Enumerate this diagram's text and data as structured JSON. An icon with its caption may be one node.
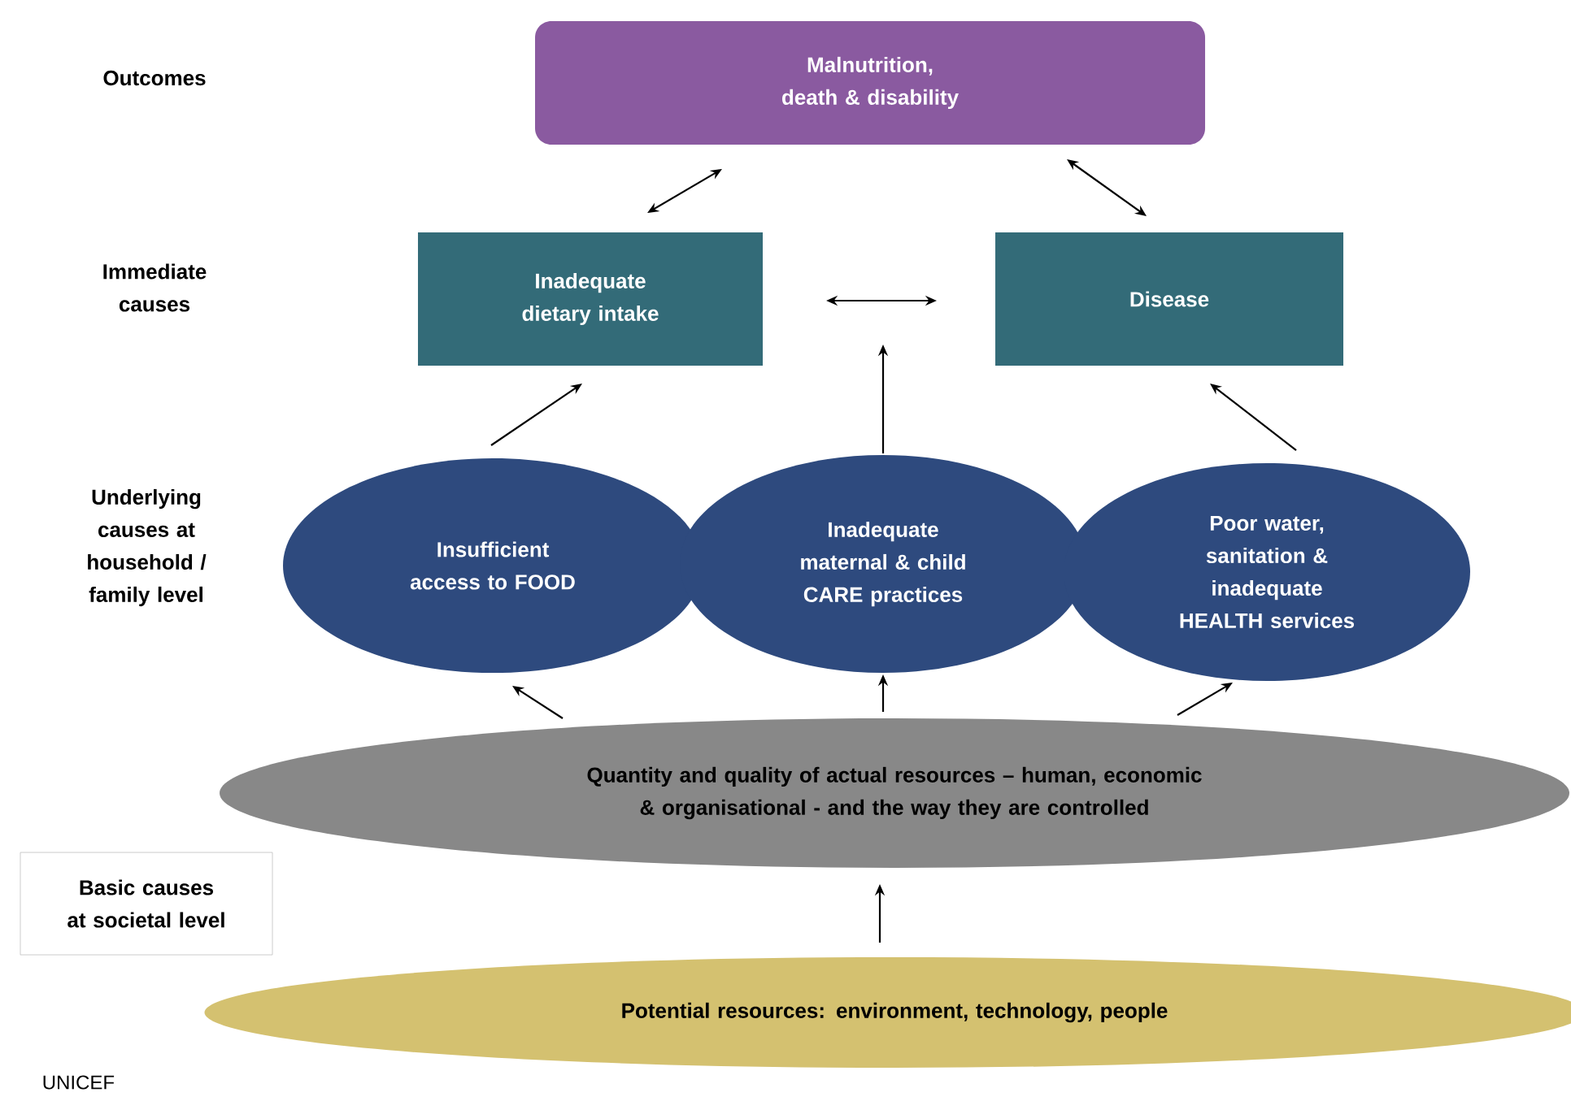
{
  "diagram": {
    "nodes": [
      {
        "text": [
          "Malnutrition, death & disability"
        ]
      },
      {
        "text": [
          "Inadequate dietary intake"
        ]
      },
      {
        "text": [
          "Disease"
        ]
      },
      {
        "text": [
          "Insufficient access to FOOD"
        ]
      },
      {
        "text": [
          "Inadequate maternal & child CARE practices"
        ]
      },
      {
        "text": [
          "Poor water, sanitation & inadequate HEALTH services"
        ]
      },
      {
        "text": [
          "Quantity and quality of actual resources – human, economic & organisational - and the way they are controlled"
        ]
      },
      {
        "text": [
          "Potential resources: environment, technology, people"
        ]
      },
      {
        "text": [
          "Basic causes at societal level"
        ]
      }
    ],
    "edges": [
      {
        "from": 1,
        "to": 0,
        "arrow": "both"
      },
      {
        "from": 2,
        "to": 0,
        "arrow": "both"
      },
      {
        "from": 1,
        "to": 2,
        "arrow": "both"
      },
      {
        "from": 3,
        "to": 1,
        "arrow": "to"
      },
      {
        "from": 4,
        "to": null,
        "arrow": "to"
      },
      {
        "from": 5,
        "to": 2,
        "arrow": "to"
      },
      {
        "from": 6,
        "to": 3,
        "arrow": "to"
      },
      {
        "from": 6,
        "to": 4,
        "arrow": "to"
      },
      {
        "from": 6,
        "to": 5,
        "arrow": "to"
      },
      {
        "from": 7,
        "to": 6,
        "arrow": "to"
      }
    ],
    "labels": [
      "Outcomes",
      "Immediate causes",
      "Underlying causes at household / family level",
      "UNICEF"
    ]
  }
}
